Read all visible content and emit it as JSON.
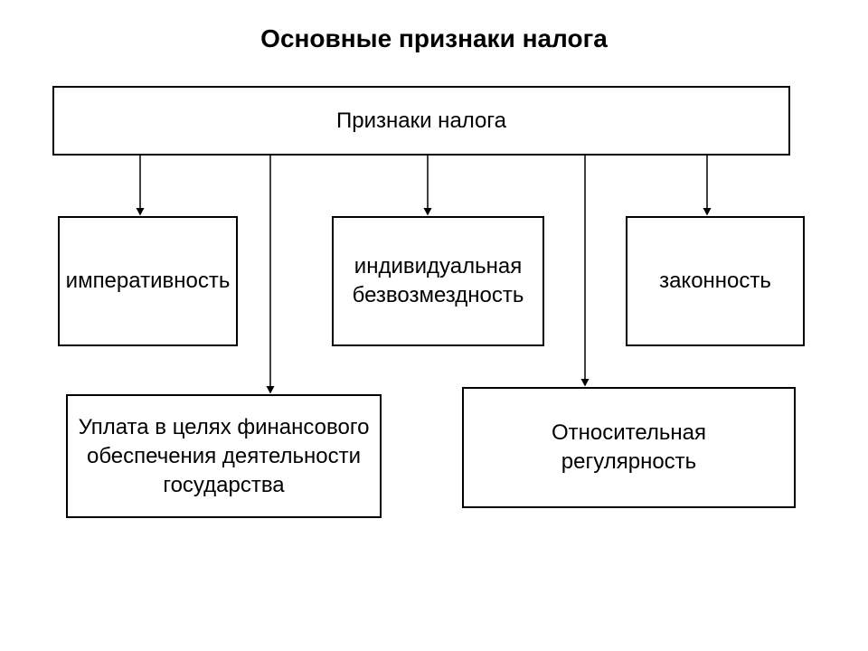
{
  "title": "Основные признаки налога",
  "colors": {
    "background": "#ffffff",
    "text": "#000000",
    "line": "#000000",
    "box_fill": "#ffffff"
  },
  "root_box": {
    "label": "Признаки налога"
  },
  "boxes": [
    {
      "id": "imperativnost",
      "label": "императивность"
    },
    {
      "id": "individualnaya-bezvozmezdnost",
      "label": "индивидуальная\nбезвозмездность"
    },
    {
      "id": "zakonnost",
      "label": "законность"
    },
    {
      "id": "uplata-finansovoe-obespechenie",
      "label": "Уплата в целях финансового\nобеспечения деятельности\nгосударства"
    },
    {
      "id": "otnositelnaya-regulyarnost",
      "label": "Относительная\nрегулярность"
    }
  ]
}
